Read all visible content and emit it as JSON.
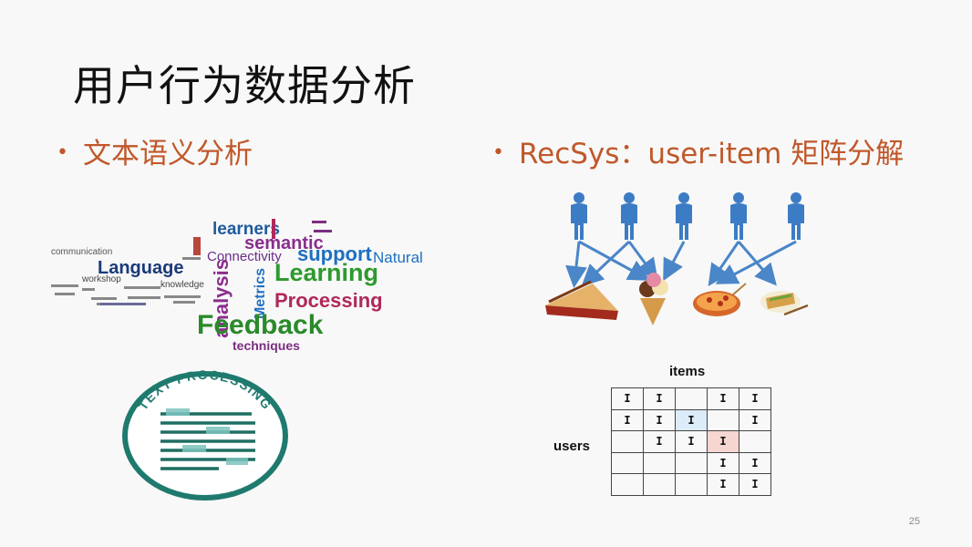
{
  "title": "用户行为数据分析",
  "bullets": {
    "left": "文本语义分析",
    "right": "RecSys：user-item 矩阵分解"
  },
  "word_cloud": {
    "words": [
      "learners",
      "semantic",
      "support",
      "Natural",
      "Language",
      "Connectivity",
      "Learning",
      "analysis",
      "Metrics",
      "Processing",
      "Feedback",
      "techniques",
      "workshop",
      "communication",
      "knowledge"
    ]
  },
  "text_processing_badge": {
    "label": "TEXT PROCESSING"
  },
  "recsys": {
    "items_label": "items",
    "users_label": "users",
    "user_count": 5,
    "item_icons": [
      "pie-icon",
      "ice-cream-icon",
      "pizza-icon",
      "sandwich-icon"
    ],
    "matrix": [
      [
        "I",
        "I",
        "",
        "I",
        "I"
      ],
      [
        "I",
        "I",
        "I",
        "",
        "I"
      ],
      [
        "",
        "I",
        "I",
        "I",
        ""
      ],
      [
        "",
        "",
        "",
        "I",
        "I"
      ],
      [
        "",
        "",
        "",
        "I",
        "I"
      ]
    ],
    "highlight_blue": "#dcecf8",
    "highlight_red": "#f6d6d1"
  },
  "page_number": "25",
  "colors": {
    "accent": "#c0582a",
    "badge": "#1f7a6e"
  }
}
